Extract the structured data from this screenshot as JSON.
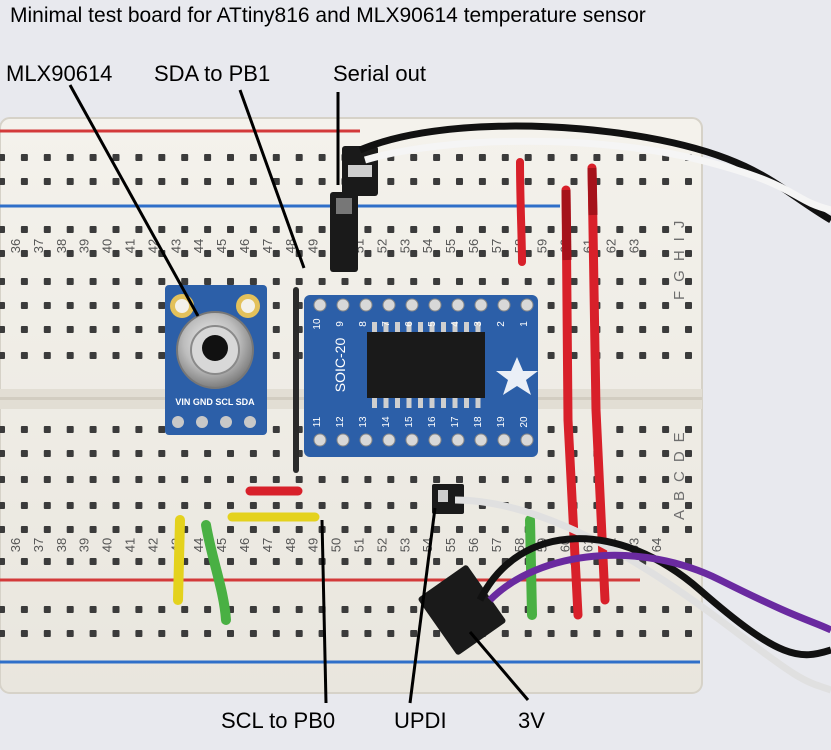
{
  "title": "Minimal test board for ATtiny816 and MLX90614 temperature sensor",
  "labels": {
    "mlx": "MLX90614",
    "sda": "SDA to PB1",
    "serial": "Serial out",
    "scl": "SCL to PB0",
    "updi": "UPDI",
    "v3": "3V"
  },
  "breadboard": {
    "top_numbers": [
      "36",
      "37",
      "38",
      "39",
      "40",
      "41",
      "42",
      "43",
      "44",
      "45",
      "46",
      "47",
      "48",
      "49",
      "50",
      "51",
      "52",
      "53",
      "54",
      "55",
      "56",
      "57",
      "58",
      "59",
      "60",
      "61",
      "62",
      "63"
    ],
    "bottom_numbers": [
      "36",
      "37",
      "38",
      "39",
      "40",
      "41",
      "42",
      "43",
      "44",
      "45",
      "46",
      "47",
      "48",
      "49",
      "50",
      "51",
      "52",
      "53",
      "54",
      "55",
      "56",
      "57",
      "58",
      "59",
      "60",
      "61",
      "62",
      "63",
      "64"
    ],
    "row_letters_top": [
      "F",
      "G",
      "H",
      "I",
      "J"
    ],
    "row_letters_bottom": [
      "A",
      "B",
      "C",
      "D",
      "E"
    ]
  },
  "sensor_board": {
    "pins": [
      "VIN",
      "GND",
      "SCL",
      "SDA"
    ]
  },
  "adapter_board": {
    "label": "SOIC-20",
    "top_pins": [
      "10",
      "9",
      "8",
      "7",
      "6",
      "5",
      "4",
      "3",
      "2",
      "1"
    ],
    "bottom_pins": [
      "11",
      "12",
      "13",
      "14",
      "15",
      "16",
      "17",
      "18",
      "19",
      "20"
    ]
  },
  "colors": {
    "board": "#f3f1ea",
    "red_rail": "#d33a3a",
    "blue_rail": "#2f6fc9",
    "pcb_blue": "#2c5fa8",
    "wire_red": "#d8202a",
    "wire_yellow": "#e4d21d",
    "wire_green": "#49b043",
    "wire_black": "#111111",
    "wire_white": "#f5f5f5",
    "wire_purple": "#6a2aa0"
  }
}
